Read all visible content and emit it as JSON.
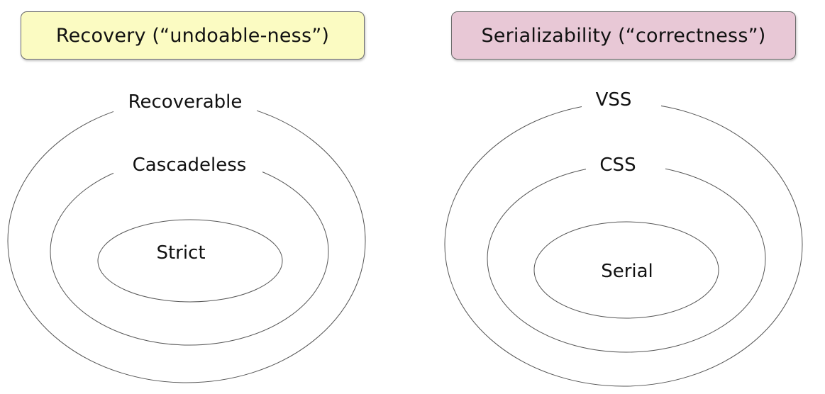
{
  "left": {
    "title": "Recovery (“undoable-ness”)",
    "title_bg": "#fbfbc2",
    "outer_label": "Recoverable",
    "middle_label": "Cascadeless",
    "inner_label": "Strict"
  },
  "right": {
    "title": "Serializability (“correctness”)",
    "title_bg": "#e8c8d6",
    "outer_label": "VSS",
    "middle_label": "CSS",
    "inner_label": "Serial"
  },
  "colors": {
    "ellipse_stroke": "#555555",
    "text": "#111111"
  }
}
